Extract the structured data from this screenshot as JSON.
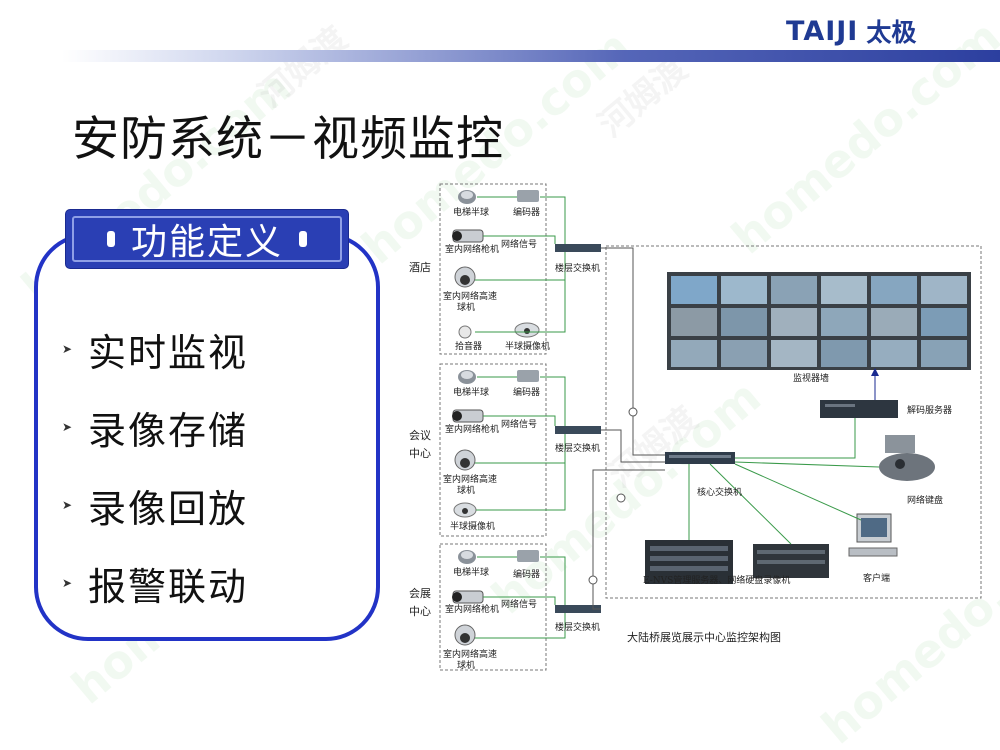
{
  "header": {
    "logo_latin": "TAIJI",
    "logo_cjk": "太极",
    "brand_color": "#1f3a93"
  },
  "watermark": {
    "latin": "homedo.com",
    "cjk": "河姆渡"
  },
  "slide": {
    "title": "安防系统－视频监控"
  },
  "functions": {
    "heading": "功能定义",
    "accent_color": "#2233c6",
    "items": [
      "实时监视",
      "录像存储",
      "录像回放",
      "报警联动"
    ]
  },
  "diagram": {
    "caption": "大陆桥展览展示中心监控架构图",
    "groups": [
      {
        "location": [
          "酒店"
        ],
        "devices": [
          "电梯半球",
          "编码器",
          "室内网络枪机",
          "网络信号",
          "室内网络高速",
          "球机",
          "拾音器",
          "半球摄像机"
        ],
        "switch": "楼层交换机"
      },
      {
        "location": [
          "会议",
          "中心"
        ],
        "devices": [
          "电梯半球",
          "编码器",
          "室内网络枪机",
          "网络信号",
          "室内网络高速",
          "球机",
          "半球摄像机"
        ],
        "switch": "楼层交换机"
      },
      {
        "location": [
          "会展",
          "中心"
        ],
        "devices": [
          "电梯半球",
          "编码器",
          "室内网络枪机",
          "网络信号",
          "室内网络高速",
          "球机"
        ],
        "switch": "楼层交换机"
      }
    ],
    "center": {
      "video_wall": "监视器墙",
      "decoder": "解码服务器",
      "core_switch": "核心交换机",
      "keyboard": "网络键盘",
      "servers": "E-NVS管理服务器、网络硬盘录像机",
      "client": "客户端"
    }
  }
}
